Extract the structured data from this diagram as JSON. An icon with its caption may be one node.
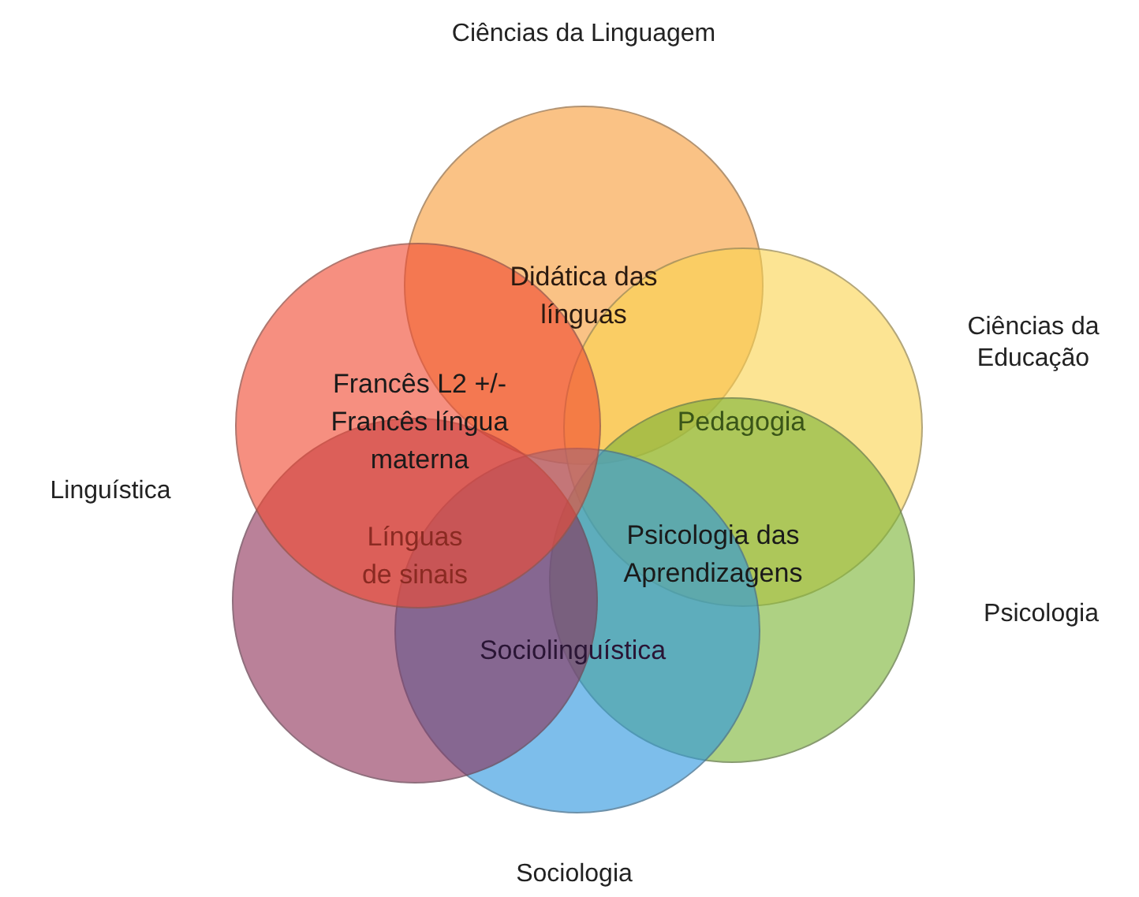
{
  "diagram": {
    "nodes": [
      {
        "text": [],
        "shape": "circle",
        "beside": [
          "Ciências da Linguagem"
        ]
      },
      {
        "text": [],
        "shape": "circle",
        "beside": [
          "Ciências da Educação"
        ]
      },
      {
        "text": [],
        "shape": "circle",
        "beside": [
          "Psicologia"
        ]
      },
      {
        "text": [],
        "shape": "circle",
        "beside": [
          "Sociologia"
        ]
      },
      {
        "text": [],
        "shape": "circle",
        "beside": [
          "Linguística"
        ]
      },
      {
        "text": [],
        "shape": "circle"
      }
    ],
    "labels": [
      "Didática das línguas",
      "Francês L2 +/- Francês língua materna",
      "Pedagogia",
      "Línguas de sinais",
      "Psicologia das Aprendizagens",
      "Sociolinguística"
    ]
  }
}
